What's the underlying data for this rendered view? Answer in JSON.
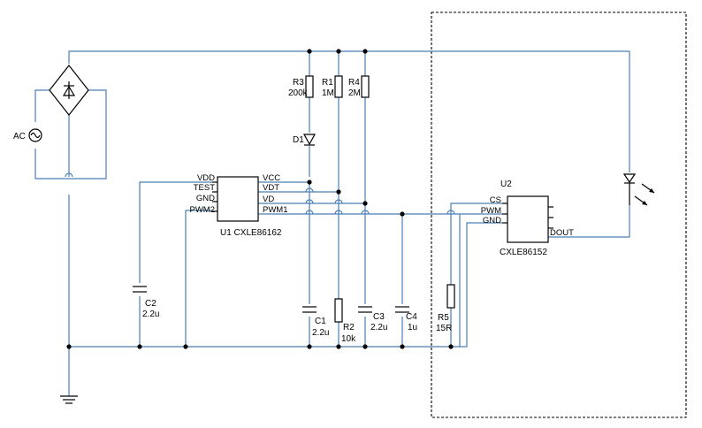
{
  "components": {
    "ac": {
      "ref": "AC"
    },
    "d1": {
      "ref": "D1"
    },
    "r3": {
      "ref": "R3",
      "value": "200k"
    },
    "r1": {
      "ref": "R1",
      "value": "1M"
    },
    "r4": {
      "ref": "R4",
      "value": "2M"
    },
    "r2": {
      "ref": "R2",
      "value": "10k"
    },
    "r5": {
      "ref": "R5",
      "value": "15R"
    },
    "c1": {
      "ref": "C1",
      "value": "2.2u"
    },
    "c2": {
      "ref": "C2",
      "value": "2.2u"
    },
    "c3": {
      "ref": "C3",
      "value": "2.2u"
    },
    "c4": {
      "ref": "C4",
      "value": "1u"
    },
    "u1": {
      "title": "U1  CXLE86162",
      "left_pins": [
        "VDD",
        "TEST",
        "GND",
        "PWM2"
      ],
      "right_pins": [
        "VCC",
        "VDT",
        "VD",
        "PWM1"
      ]
    },
    "u2": {
      "ref": "U2",
      "part": "CXLE86152",
      "left_pins": [
        "CS",
        "PWM",
        "GND"
      ],
      "right_pins": [
        "DOUT"
      ]
    }
  }
}
